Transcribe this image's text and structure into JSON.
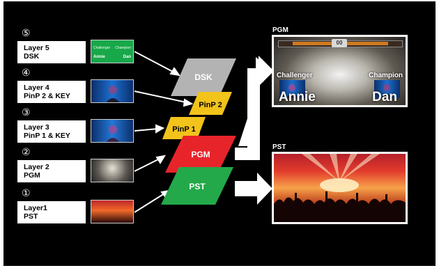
{
  "layers": [
    {
      "number": "⑤",
      "line1": "Layer 5",
      "line2": "DSK"
    },
    {
      "number": "④",
      "line1": "Layer 4",
      "line2": "PinP 2 & KEY"
    },
    {
      "number": "③",
      "line1": "Layer 3",
      "line2": "PinP 1 & KEY"
    },
    {
      "number": "②",
      "line1": "Layer 2",
      "line2": "PGM"
    },
    {
      "number": "①",
      "line1": "Layer1",
      "line2": "PST"
    }
  ],
  "dsk_thumb": {
    "left_top": "Challenger",
    "right_top": "Champion",
    "left_bottom": "Annie",
    "right_bottom": "Dan"
  },
  "stack": {
    "dsk": "DSK",
    "pinp2": "PinP 2",
    "pinp1": "PinP 1",
    "pgm": "PGM",
    "pst": "PST"
  },
  "outputs": {
    "pgm_title": "PGM",
    "pst_title": "PST",
    "challenger_label": "Challenger",
    "champion_label": "Champion",
    "left_player": "Annie",
    "right_player": "Dan",
    "score_badge": "00"
  },
  "colors": {
    "dsk": "#b3b3b3",
    "pinp": "#f2c31a",
    "pgm": "#e8242b",
    "pst": "#23a94a",
    "dsk_thumb": "#18a84a"
  }
}
